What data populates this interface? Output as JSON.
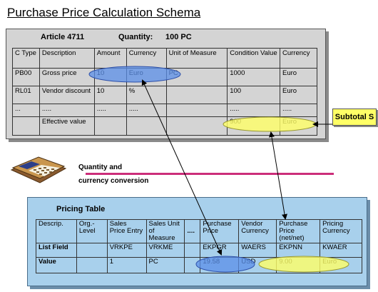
{
  "title": "Purchase Price Calculation Schema",
  "schema": {
    "article": "Article 4711",
    "quantity_label": "Quantity:",
    "quantity_value": "100  PC",
    "columns": [
      "C Type",
      "Description",
      "Amount",
      "Currency",
      "Unit of Measure",
      "Condition Value",
      "Currency"
    ],
    "rows": [
      [
        "PB00",
        "Gross price",
        "10",
        "Euro",
        "PC",
        "1000",
        "Euro"
      ],
      [
        "RL01",
        "Vendor discount",
        "10",
        "%",
        "",
        "100",
        "Euro"
      ],
      [
        "...",
        ".....",
        ".....",
        ".....",
        "",
        ".....",
        "....."
      ],
      [
        "",
        "Effective value",
        "",
        "",
        "",
        "900",
        "Euro"
      ]
    ]
  },
  "subtotal_label": "Subtotal S",
  "conversion": {
    "line1": "Quantity and",
    "line2": "currency conversion"
  },
  "pricing": {
    "title": "Pricing Table",
    "columns": [
      "Descrip.",
      "Org.-Level",
      "Sales Price Entry",
      "Sales Unit of Measure",
      "....",
      "Purchase Price",
      "Vendor Currency",
      "Purchase Price (net/net)",
      "Pricing Currency"
    ],
    "list_field": [
      "List Field",
      "",
      "VRKPE",
      "VRKME",
      "",
      "EKPGR",
      "WAERS",
      "EKPNN",
      "KWAER"
    ],
    "value": [
      "Value",
      "",
      "1",
      "PC",
      "",
      "19.58",
      "USD",
      "9.00",
      "Euro"
    ]
  },
  "colors": {
    "panel_grey": "#d4d4d4",
    "panel_blue": "#a8d0ec",
    "highlight_blue": "#5b8fe8",
    "highlight_yellow": "#ffff66",
    "conversion_line": "#cc2e7a"
  },
  "icons": [
    "calculator-icon"
  ]
}
